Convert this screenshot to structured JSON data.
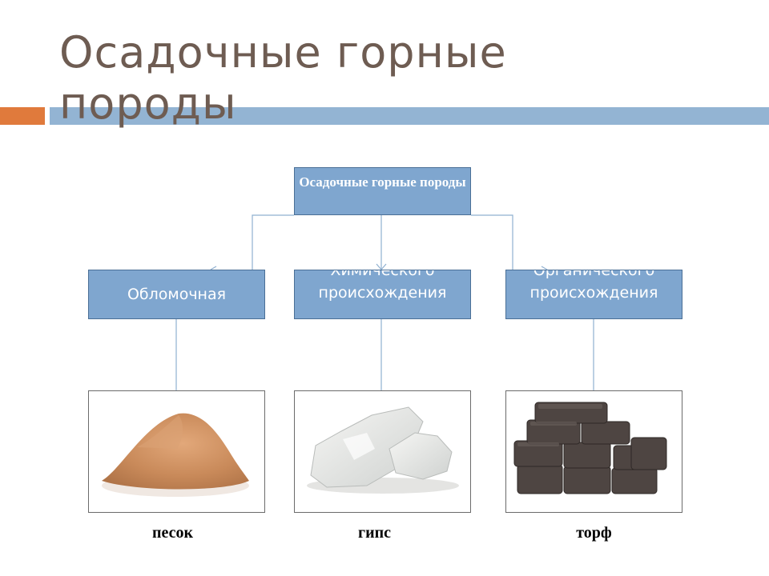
{
  "slide": {
    "title": "Осадочные горные породы"
  },
  "diagram": {
    "root": {
      "label": "Осадочные горные породы"
    },
    "children": [
      {
        "label": "Обломочная",
        "caption": "песок",
        "image": "sand-pile"
      },
      {
        "label": "Химического происхождения",
        "caption": "гипс",
        "image": "gypsum-rocks"
      },
      {
        "label": "Органического происхождения",
        "caption": "торф",
        "image": "peat-bricks"
      }
    ]
  },
  "colors": {
    "title": "#6e5c52",
    "accent_orange": "#e07a3c",
    "accent_blue": "#93b4d3",
    "box_fill": "#7fa6cf",
    "box_border": "#4a6f96",
    "connector": "#8fb0d0"
  }
}
